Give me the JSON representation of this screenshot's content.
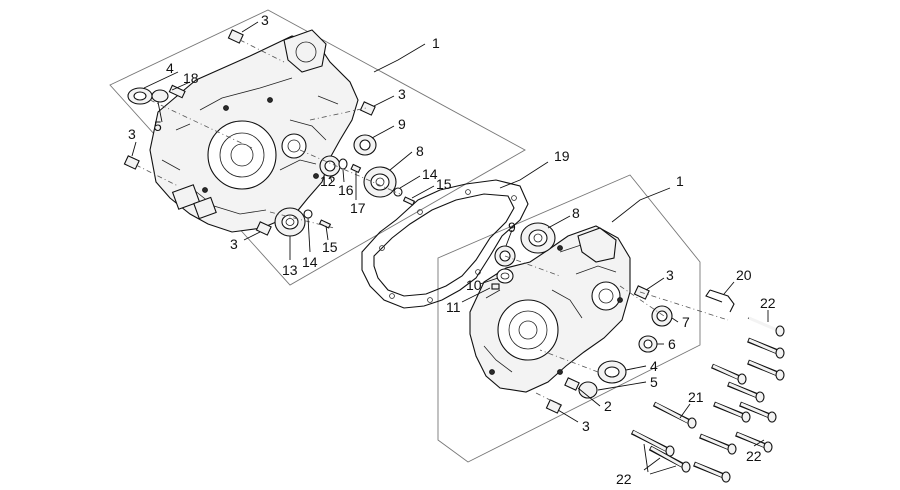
{
  "callouts": {
    "c1a": "1",
    "c1b": "1",
    "c2": "2",
    "c3a": "3",
    "c3b": "3",
    "c3c": "3",
    "c3d": "3",
    "c3e": "3",
    "c3f": "3",
    "c4a": "4",
    "c4b": "4",
    "c5a": "5",
    "c5b": "5",
    "c6": "6",
    "c7": "7",
    "c8a": "8",
    "c8b": "8",
    "c9a": "9",
    "c9b": "9",
    "c10": "10",
    "c11": "11",
    "c12": "12",
    "c13": "13",
    "c14a": "14",
    "c14b": "14",
    "c15a": "15",
    "c15b": "15",
    "c16": "16",
    "c17": "17",
    "c18": "18",
    "c19": "19",
    "c20": "20",
    "c21": "21",
    "c22a": "22",
    "c22b": "22",
    "c22c": "22"
  }
}
